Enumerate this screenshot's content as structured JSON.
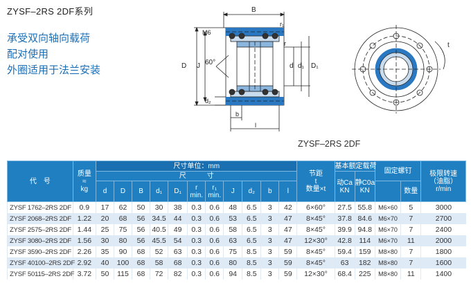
{
  "series_title": "ZYSF–2RS 2DF系列",
  "features": [
    "承受双向轴向载荷",
    "配对使用",
    "外圈适用于法兰安装"
  ],
  "drawing_labels": {
    "B": "B",
    "r1": "r₁",
    "r": "r",
    "M6": "M6",
    "angle": "60°",
    "D": "D",
    "J": "J",
    "d": "d",
    "d1": "d₁",
    "D1": "D₁",
    "d2": "d₂",
    "b": "b",
    "l": "l",
    "t": "t"
  },
  "figure_caption": "ZYSF–2RS 2DF",
  "table": {
    "unit_label": "尺寸单位：mm",
    "h_model": "代　号",
    "h_mass": [
      "质量",
      "≈",
      "kg"
    ],
    "h_dims": "尺　　　寸",
    "h_pitch": [
      "节距",
      "t",
      "数量×t"
    ],
    "h_load": "基本额定载荷",
    "h_bolt": "固定螺钉",
    "h_speed": [
      "极限转速",
      "（油脂）",
      "r/min"
    ],
    "cols": [
      "d",
      "D",
      "B",
      "d₁",
      "D₁",
      "r",
      "r₁",
      "J",
      "d₂",
      "b",
      "l"
    ],
    "col_r_min": "min.",
    "col_r1_min": "min.",
    "h_ca": [
      "动Ca",
      "KN"
    ],
    "h_c0a": [
      "静C0a",
      "KN"
    ],
    "h_qty": "数量",
    "rows": [
      {
        "model": "ZYSF 1762–2RS 2DF",
        "mass": "0.9",
        "d": "17",
        "D": "62",
        "B": "50",
        "d1": "30",
        "D1": "38",
        "r": "0.3",
        "r1": "0.6",
        "J": "48",
        "d2": "6.5",
        "b": "3",
        "l": "42",
        "pitch": "6×60°",
        "ca": "27.5",
        "c0a": "55.8",
        "bolt": "M6×60",
        "qty": "5",
        "speed": "3000"
      },
      {
        "model": "ZYSF 2068–2RS 2DF",
        "mass": "1.22",
        "d": "20",
        "D": "68",
        "B": "56",
        "d1": "34.5",
        "D1": "44",
        "r": "0.3",
        "r1": "0.6",
        "J": "53",
        "d2": "6.5",
        "b": "3",
        "l": "47",
        "pitch": "8×45°",
        "ca": "37.8",
        "c0a": "84.6",
        "bolt": "M6×70",
        "qty": "7",
        "speed": "2700"
      },
      {
        "model": "ZYSF 2575–2RS 2DF",
        "mass": "1.44",
        "d": "25",
        "D": "75",
        "B": "56",
        "d1": "40.5",
        "D1": "49",
        "r": "0.3",
        "r1": "0.6",
        "J": "58",
        "d2": "6.5",
        "b": "3",
        "l": "47",
        "pitch": "8×45°",
        "ca": "39.9",
        "c0a": "94.8",
        "bolt": "M6×70",
        "qty": "7",
        "speed": "2400"
      },
      {
        "model": "ZYSF 3080–2RS 2DF",
        "mass": "1.56",
        "d": "30",
        "D": "80",
        "B": "56",
        "d1": "45.5",
        "D1": "54",
        "r": "0.3",
        "r1": "0.6",
        "J": "63",
        "d2": "6.5",
        "b": "3",
        "l": "47",
        "pitch": "12×30°",
        "ca": "42.8",
        "c0a": "114",
        "bolt": "M6×70",
        "qty": "11",
        "speed": "2000"
      },
      {
        "model": "ZYSF 3590–2RS 2DF",
        "mass": "2.26",
        "d": "35",
        "D": "90",
        "B": "68",
        "d1": "52",
        "D1": "63",
        "r": "0.3",
        "r1": "0.6",
        "J": "75",
        "d2": "8.5",
        "b": "3",
        "l": "59",
        "pitch": "8×45°",
        "ca": "59.4",
        "c0a": "159",
        "bolt": "M8×80",
        "qty": "7",
        "speed": "1800"
      },
      {
        "model": "ZYSF 40100–2RS 2DF",
        "mass": "2.92",
        "d": "40",
        "D": "100",
        "B": "68",
        "d1": "58",
        "D1": "68",
        "r": "0.3",
        "r1": "0.6",
        "J": "80",
        "d2": "8.5",
        "b": "3",
        "l": "59",
        "pitch": "8×45°",
        "ca": "63",
        "c0a": "182",
        "bolt": "M8×80",
        "qty": "7",
        "speed": "1600"
      },
      {
        "model": "ZYSF 50115–2RS 2DF",
        "mass": "3.72",
        "d": "50",
        "D": "115",
        "B": "68",
        "d1": "72",
        "D1": "82",
        "r": "0.3",
        "r1": "0.6",
        "J": "94",
        "d2": "8.5",
        "b": "3",
        "l": "59",
        "pitch": "12×30°",
        "ca": "68.4",
        "c0a": "225",
        "bolt": "M8×80",
        "qty": "11",
        "speed": "1400"
      }
    ]
  }
}
